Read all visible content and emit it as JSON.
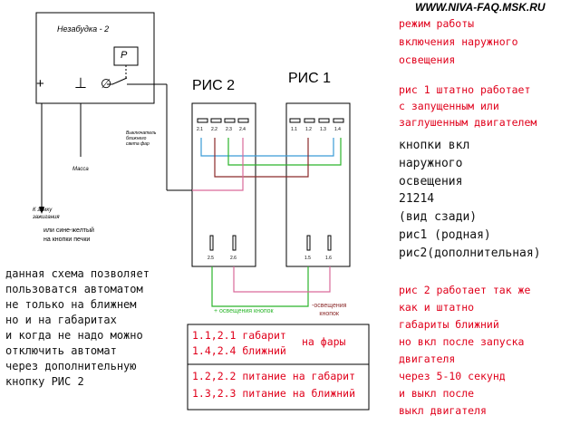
{
  "site": "WWW.NIVA-FAQ.MSK.RU",
  "device": {
    "name": "Незабудка - 2",
    "relay": "P",
    "plus": "+",
    "ground_sym": "⊥",
    "dim_sym": "∅",
    "massa": "Масса",
    "to_lock": "К замку\nзажигания",
    "or_wire": "или сине-желтый\nна кнопки печки",
    "switch_label": "Выключатель\nближнего\nсвета фар"
  },
  "ris2": {
    "title": "РИС 2",
    "top_pins": [
      "2.1",
      "2.2",
      "2.3",
      "2.4"
    ],
    "bottom_pins": [
      "2.5",
      "2.6"
    ]
  },
  "ris1": {
    "title": "РИС 1",
    "top_pins": [
      "1.1",
      "1.2",
      "1.3",
      "1.4"
    ],
    "bottom_pins": [
      "1.5",
      "1.6"
    ]
  },
  "wire_labels": {
    "plus_light": "+ освещения кнопок",
    "minus_light": "-освещения\nкнопок"
  },
  "table": {
    "rows": [
      {
        "left": "1.1,2.1 габарит\n1.4,2.4 ближний",
        "right": "на фары"
      },
      {
        "left": "1.2,2.2 питание на габарит\n1.3,2.3 питание на ближний",
        "right": ""
      }
    ]
  },
  "left_note": "данная схема позволяет\nпользоватся автоматом\nне только на ближнем\nно и на габаритах\nи когда не надо можно\nотключить автомат\nчерез дополнительную\nкнопку РИС 2",
  "right_notes": {
    "red_top": "режим работы\nвключения наружного\nосвещения",
    "ris1_note": "рис 1 штатно работает\nс запущенным или\nзаглушенным двигателем",
    "black_mid": "кнопки вкл\nнаружного\nосвещения\n21214\n(вид сзади)\nрис1 (родная)\nрис2(дополнительная)",
    "ris2_note": "рис 2 работает так же\nкак и штатно\nгабариты ближний\nно вкл после запуска\nдвигателя\nчерез 5-10 секунд\nи выкл после\nвыкл двигателя"
  },
  "colors": {
    "red": "#e0001b",
    "blue": "#3a9bd6",
    "green": "#2bb52b",
    "pink": "#d96a9a",
    "brown": "#8b2a2a"
  }
}
